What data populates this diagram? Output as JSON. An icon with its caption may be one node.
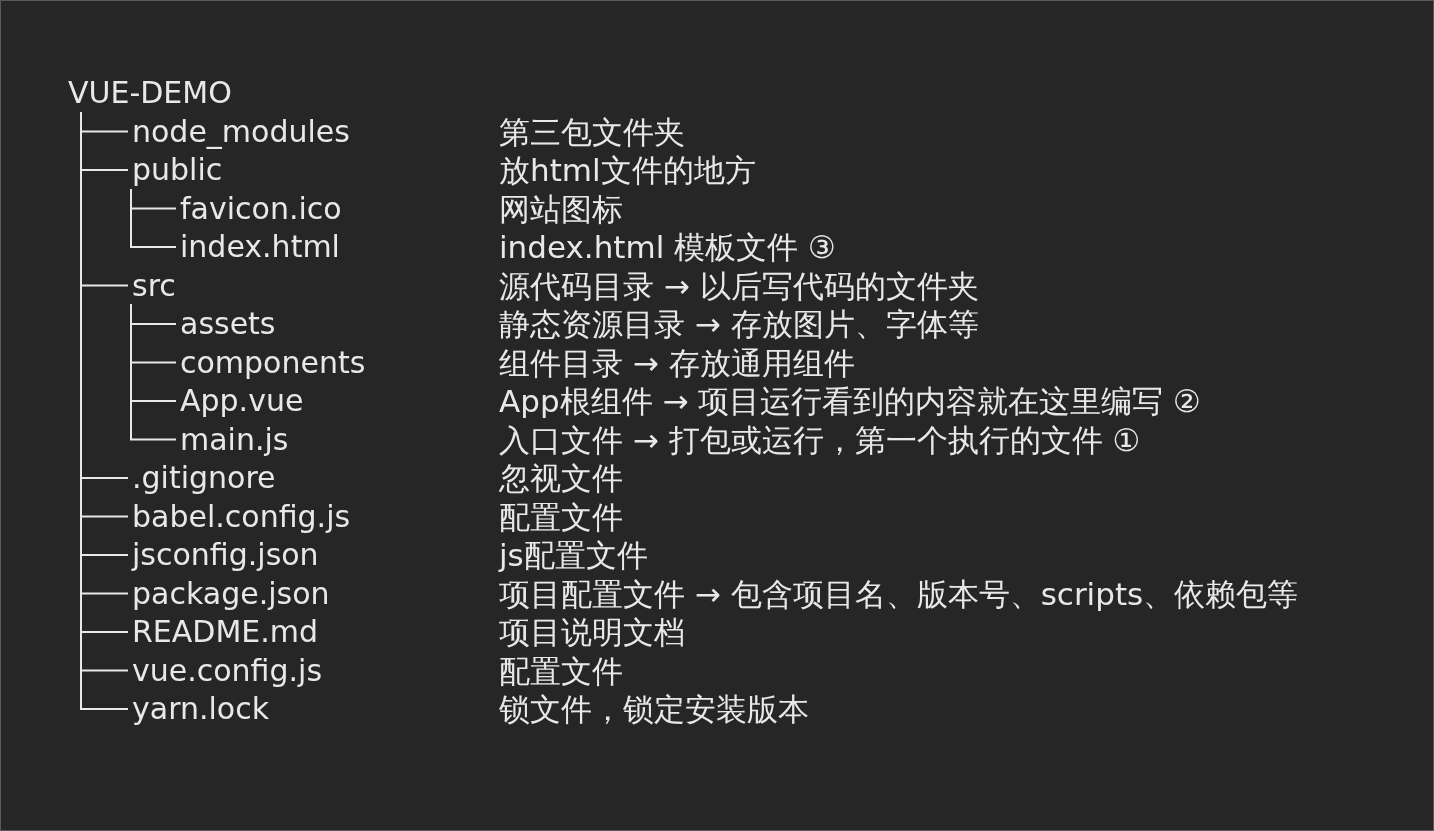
{
  "diagram": {
    "nodes": [
      {
        "text": [
          "VUE-DEMO"
        ]
      },
      {
        "text": [
          "node_modules"
        ]
      },
      {
        "text": [
          "public"
        ]
      },
      {
        "text": [
          "favicon.ico"
        ]
      },
      {
        "text": [
          "index.html"
        ]
      },
      {
        "text": [
          "src"
        ]
      },
      {
        "text": [
          "assets"
        ]
      },
      {
        "text": [
          "components"
        ]
      },
      {
        "text": [
          "App.vue"
        ]
      },
      {
        "text": [
          "main.js"
        ]
      },
      {
        "text": [
          ".gitignore"
        ]
      },
      {
        "text": [
          "babel.config.js"
        ]
      },
      {
        "text": [
          "jsconfig.json"
        ]
      },
      {
        "text": [
          "package.json"
        ]
      },
      {
        "text": [
          "README.md"
        ]
      },
      {
        "text": [
          "vue.config.js"
        ]
      },
      {
        "text": [
          "yarn.lock"
        ]
      }
    ],
    "edges": [
      {
        "from": 0,
        "to": 1,
        "arrow": "none"
      },
      {
        "from": 0,
        "to": 2,
        "arrow": "none"
      },
      {
        "from": 2,
        "to": 3,
        "arrow": "none"
      },
      {
        "from": 2,
        "to": 4,
        "arrow": "none"
      },
      {
        "from": 0,
        "to": 5,
        "arrow": "none"
      },
      {
        "from": 5,
        "to": 6,
        "arrow": "none"
      },
      {
        "from": 5,
        "to": 7,
        "arrow": "none"
      },
      {
        "from": 5,
        "to": 8,
        "arrow": "none"
      },
      {
        "from": 5,
        "to": 9,
        "arrow": "none"
      },
      {
        "from": 0,
        "to": 10,
        "arrow": "none"
      },
      {
        "from": 0,
        "to": 11,
        "arrow": "none"
      },
      {
        "from": 0,
        "to": 12,
        "arrow": "none"
      },
      {
        "from": 0,
        "to": 13,
        "arrow": "none"
      },
      {
        "from": 0,
        "to": 14,
        "arrow": "none"
      },
      {
        "from": 0,
        "to": 15,
        "arrow": "none"
      },
      {
        "from": 0,
        "to": 16,
        "arrow": "none"
      }
    ],
    "labels": [
      "第三包文件夹",
      "放html文件的地方",
      "网站图标",
      "index.html 模板文件 ③",
      "源代码目录 → 以后写代码的文件夹",
      "静态资源目录 → 存放图片、字体等",
      "组件目录 → 存放通用组件",
      "App根组件 → 项目运行看到的内容就在这里编写 ②",
      "入口文件 → 打包或运行，第一个执行的文件 ①",
      "忽视文件",
      "配置文件",
      "js配置文件",
      "项目配置文件 → 包含项目名、版本号、scripts、依赖包等",
      "项目说明文档",
      "配置文件",
      "锁文件，锁定安装版本"
    ]
  }
}
